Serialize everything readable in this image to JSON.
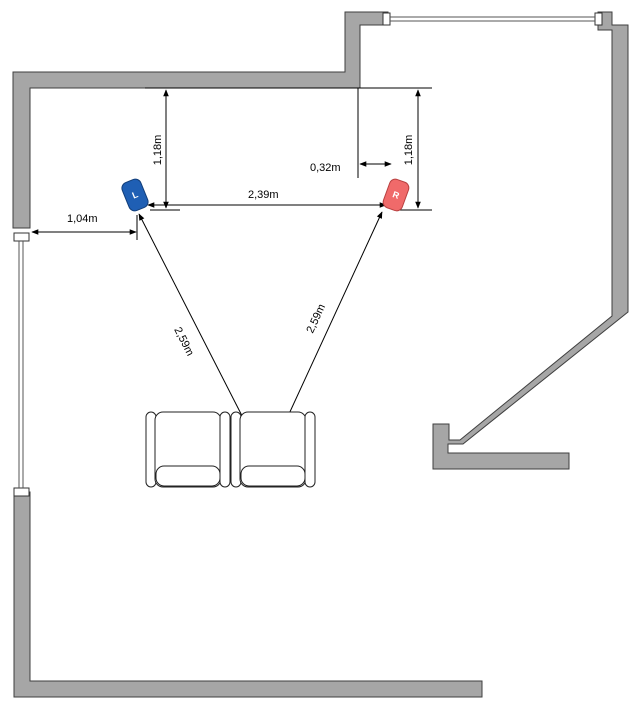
{
  "dimensions": {
    "left_front_depth": "1,18m",
    "right_front_depth": "1,18m",
    "right_side_offset": "0,32m",
    "left_side_offset": "1,04m",
    "speaker_spacing": "2,39m",
    "left_listening_distance": "2,59m",
    "right_listening_distance": "2,59m"
  },
  "speakers": {
    "left": {
      "label": "L",
      "color": "#1f5fb4"
    },
    "right": {
      "label": "R",
      "color": "#f06a6a"
    }
  },
  "colors": {
    "wall_fill": "#a6a6a6",
    "wall_stroke": "#3f3f3f"
  }
}
